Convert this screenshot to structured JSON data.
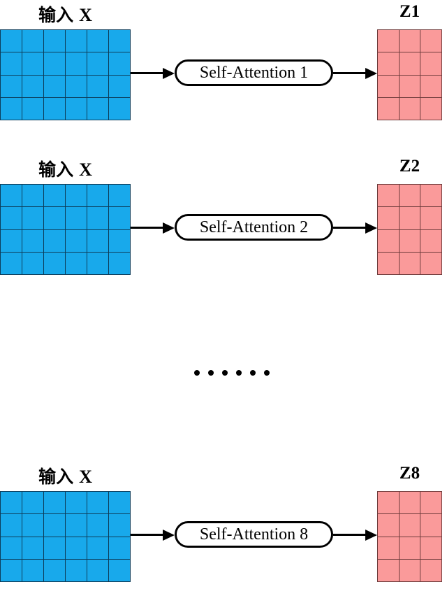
{
  "rows": [
    {
      "input_label_cjk": "输入",
      "input_label_x": "X",
      "attention_label": "Self-Attention 1",
      "output_label": "Z1"
    },
    {
      "input_label_cjk": "输入",
      "input_label_x": "X",
      "attention_label": "Self-Attention 2",
      "output_label": "Z2"
    },
    {
      "input_label_cjk": "输入",
      "input_label_x": "X",
      "attention_label": "Self-Attention 8",
      "output_label": "Z8"
    }
  ],
  "ellipsis": {
    "dot_count": 6
  },
  "matrices": {
    "input": {
      "cols": 6,
      "rows": 4
    },
    "output": {
      "cols": 3,
      "rows": 4
    }
  },
  "colors": {
    "input_fill": "#18A9EB",
    "input_grid_line": "#0D3C59",
    "output_fill": "#FA9A9A",
    "output_grid_line": "#6E3B3B",
    "arrow": "#000000",
    "background": "#FFFFFF"
  }
}
